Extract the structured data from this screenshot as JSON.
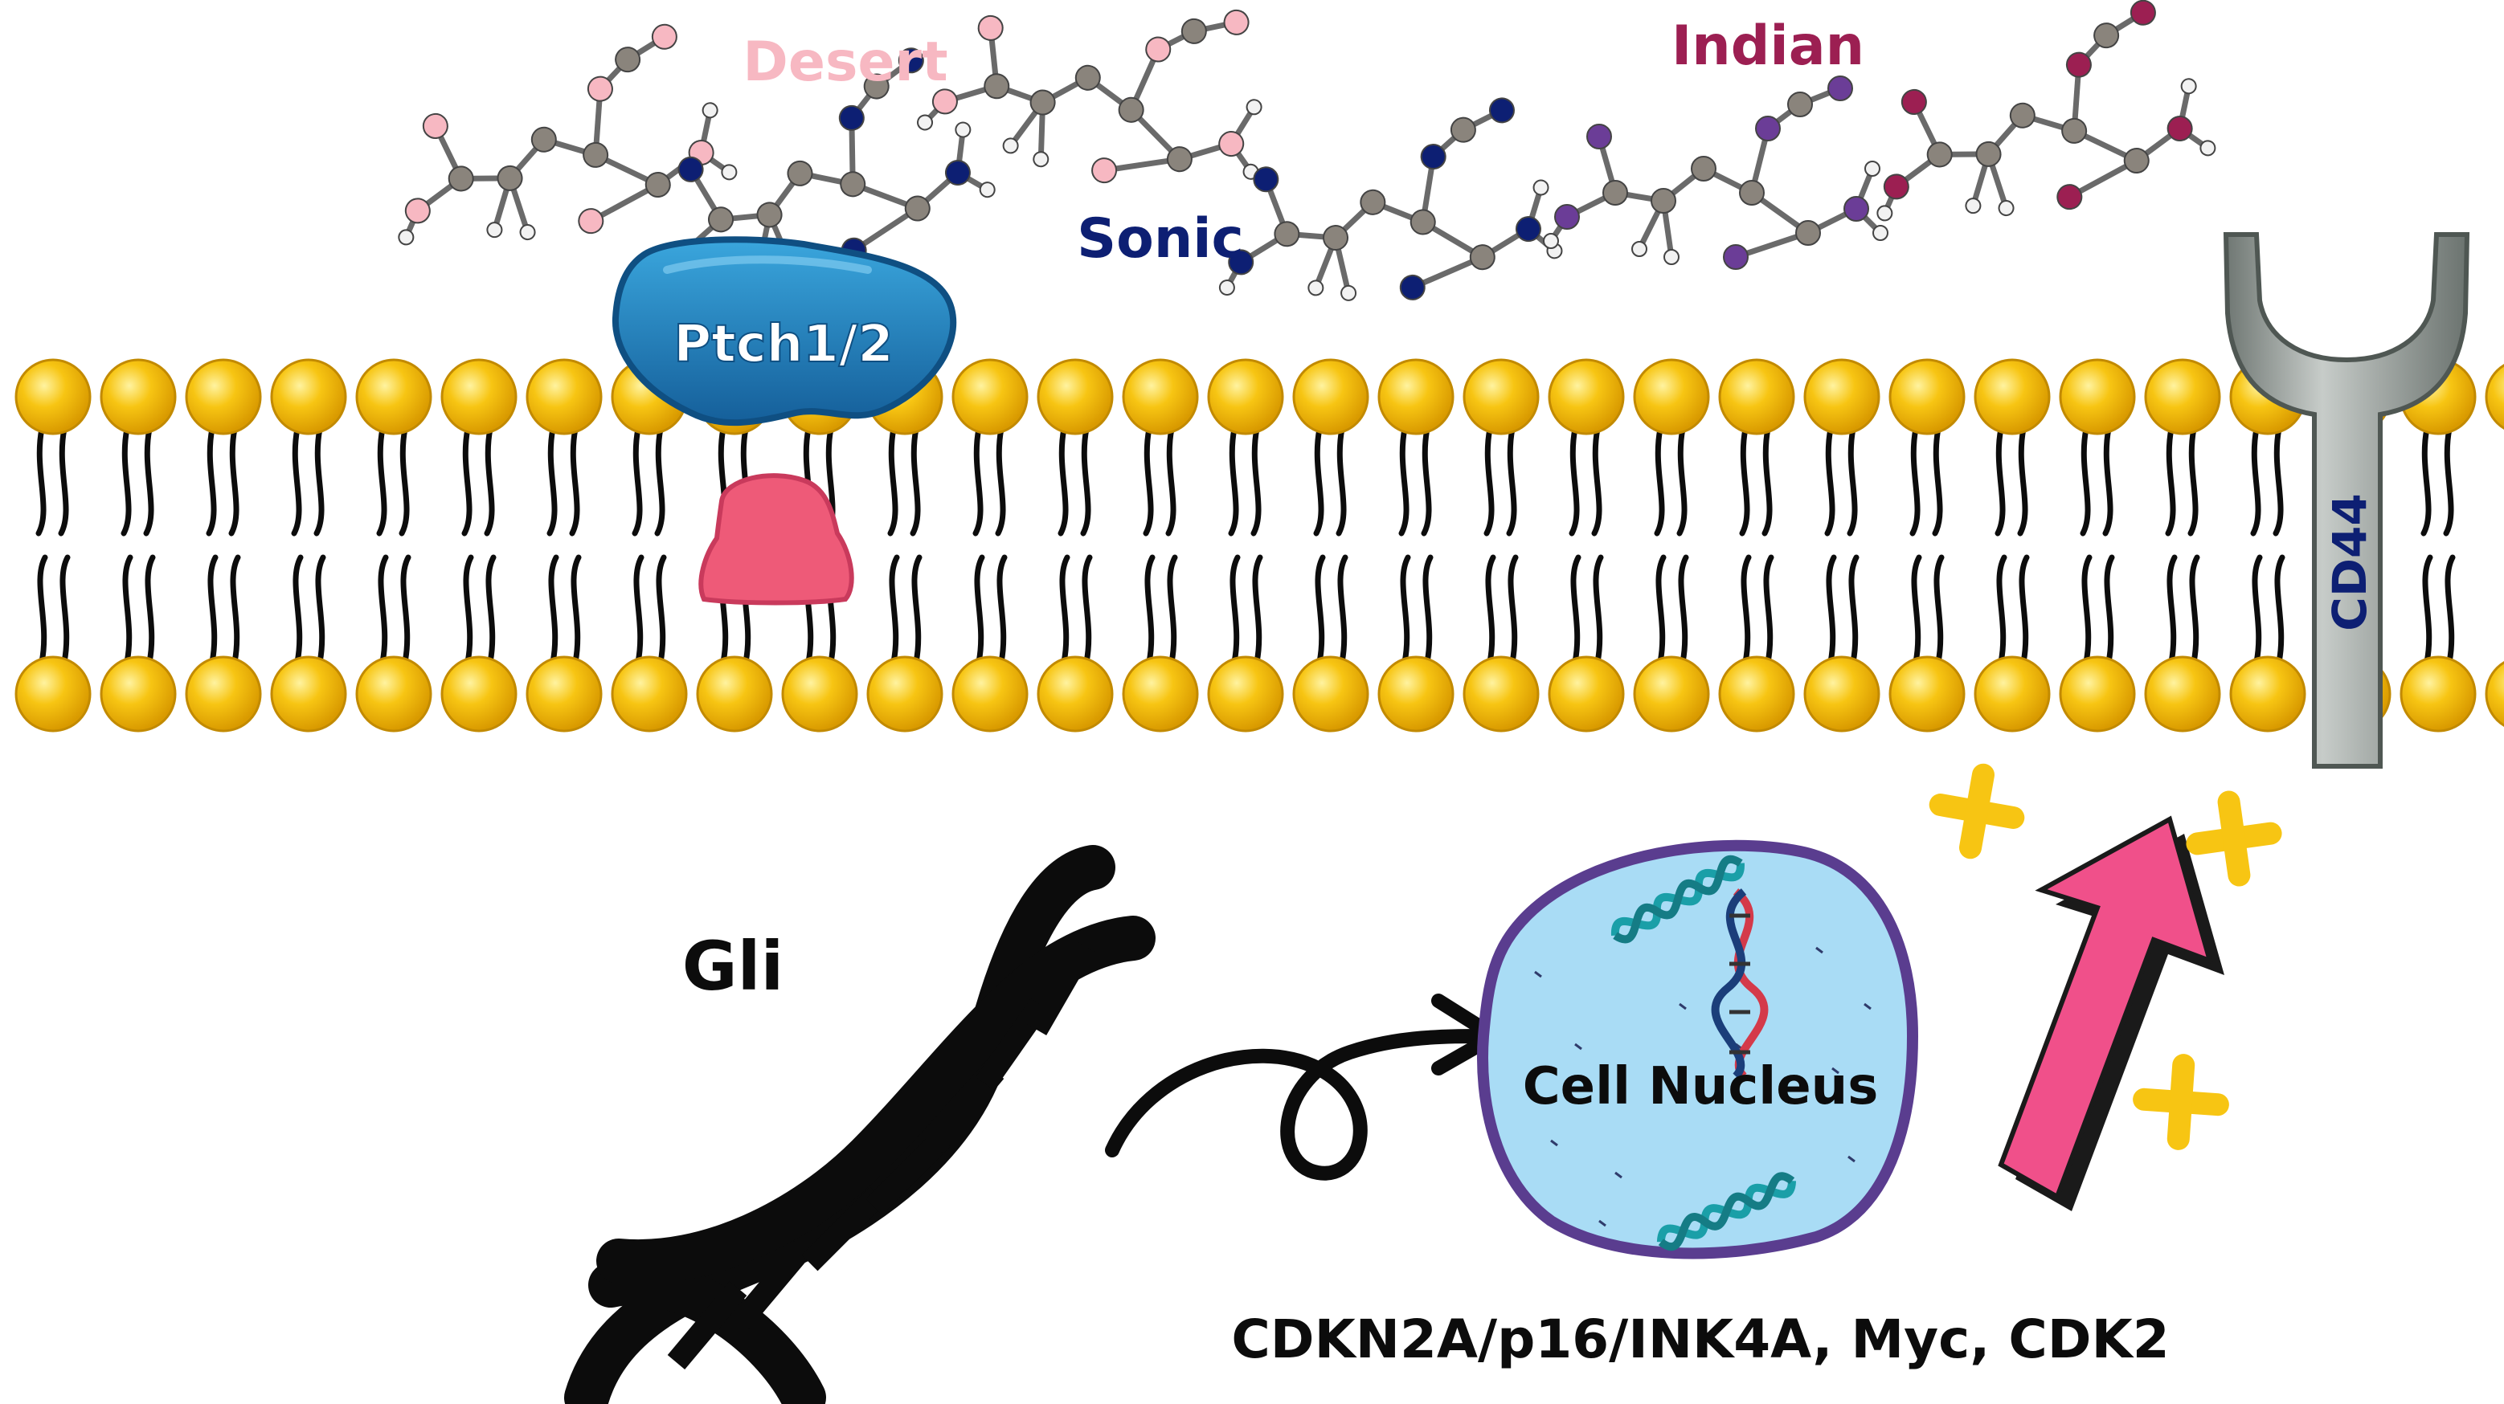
{
  "labels": {
    "desert": "Desert",
    "indian": "Indian",
    "sonic": "Sonic",
    "ptch": "Ptch1/2",
    "cd44": "CD44",
    "gli": "Gli",
    "nucleus": "Cell Nucleus",
    "genes": "CDKN2A/p16/INK4A, Myc, CDK2"
  },
  "colors": {
    "desert": "#f7b8c2",
    "indian": "#9c1f52",
    "sonic": "#0d1f73",
    "lipid_head": "#f7c513",
    "ptch": "#1f7fbf",
    "smo": "#ee5a78",
    "cd44": "#8e9793",
    "nucleus_fill": "#a9dcf5",
    "nucleus_border": "#5a3d8f",
    "arrow": "#f0508a",
    "plus": "#f7c513",
    "helix_small": "#1a9fa8"
  }
}
